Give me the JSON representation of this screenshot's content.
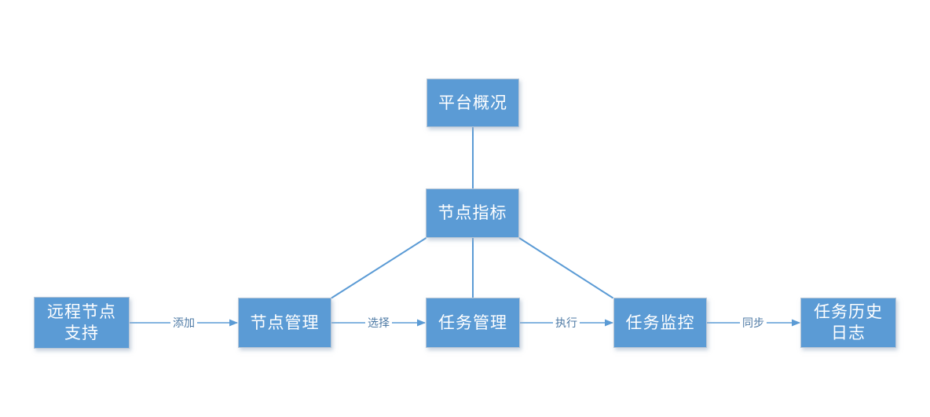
{
  "diagram": {
    "colors": {
      "background": "#ffffff",
      "node_fill": "#5b9bd5",
      "node_border": "#b7c6d6",
      "node_text": "#ffffff",
      "connector": "#5b9bd5",
      "edge_label_text": "#4e7aa5"
    },
    "nodes": [
      {
        "id": "platform-overview",
        "lines": [
          "平台概况"
        ]
      },
      {
        "id": "node-metrics",
        "lines": [
          "节点指标"
        ]
      },
      {
        "id": "remote-node-support",
        "lines": [
          "远程节点",
          "支持"
        ]
      },
      {
        "id": "node-management",
        "lines": [
          "节点管理"
        ]
      },
      {
        "id": "task-management",
        "lines": [
          "任务管理"
        ]
      },
      {
        "id": "task-monitoring",
        "lines": [
          "任务监控"
        ]
      },
      {
        "id": "task-history-log",
        "lines": [
          "任务历史",
          "日志"
        ]
      }
    ],
    "edges": [
      {
        "from": "platform-overview",
        "to": "node-metrics",
        "label": "",
        "arrow": false
      },
      {
        "from": "node-metrics",
        "to": "node-management",
        "label": "",
        "arrow": false
      },
      {
        "from": "node-metrics",
        "to": "task-management",
        "label": "",
        "arrow": false
      },
      {
        "from": "node-metrics",
        "to": "task-monitoring",
        "label": "",
        "arrow": false
      },
      {
        "from": "remote-node-support",
        "to": "node-management",
        "label": "添加",
        "arrow": true
      },
      {
        "from": "node-management",
        "to": "task-management",
        "label": "选择",
        "arrow": true
      },
      {
        "from": "task-management",
        "to": "task-monitoring",
        "label": "执行",
        "arrow": true
      },
      {
        "from": "task-monitoring",
        "to": "task-history-log",
        "label": "同步",
        "arrow": true
      }
    ]
  }
}
